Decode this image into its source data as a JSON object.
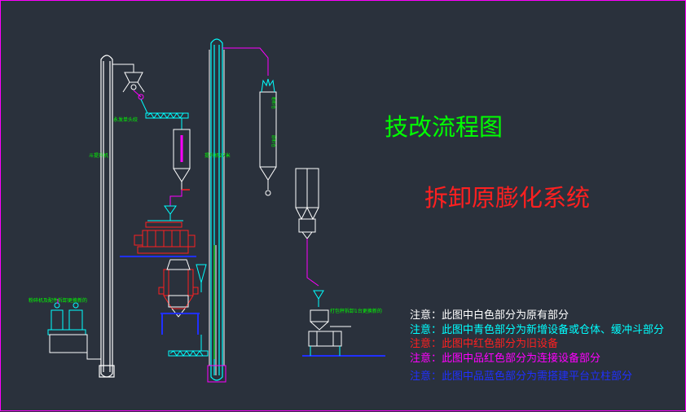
{
  "title": "技改流程图",
  "subtitle": "拆卸原膨化系统",
  "notes": [
    {
      "text": "注意：此图中白色部分为原有部分",
      "color": "#ffffff"
    },
    {
      "text": "注意：此图中青色部分为新增设备或仓体、缓冲斗部分",
      "color": "#00ffff"
    },
    {
      "text": "注意：此图中红色部分为旧设备",
      "color": "#ff2020"
    },
    {
      "text": "注意：此图中品红色部分为连接设备部分",
      "color": "#ff00ff"
    },
    {
      "text": "注意：此图中品蓝色部分为需搭建平台立柱部分",
      "color": "#2030ff"
    }
  ],
  "labels": {
    "screw_conveyor": "永发单头绞",
    "elevator_left": "斗提升机",
    "elevator_mid": "提升机27米",
    "bin_text_1": "粉料仓",
    "bin_text_2": "原料仓",
    "mixer_left": "粉碎机及配件拆卸更换新的",
    "packer_right": "打包秤拆卸1台更换新的"
  },
  "colors": {
    "white": "#ffffff",
    "cyan": "#00ffff",
    "red": "#ff2020",
    "magenta": "#ff00ff",
    "blue": "#2030ff",
    "green": "#00ff00"
  }
}
